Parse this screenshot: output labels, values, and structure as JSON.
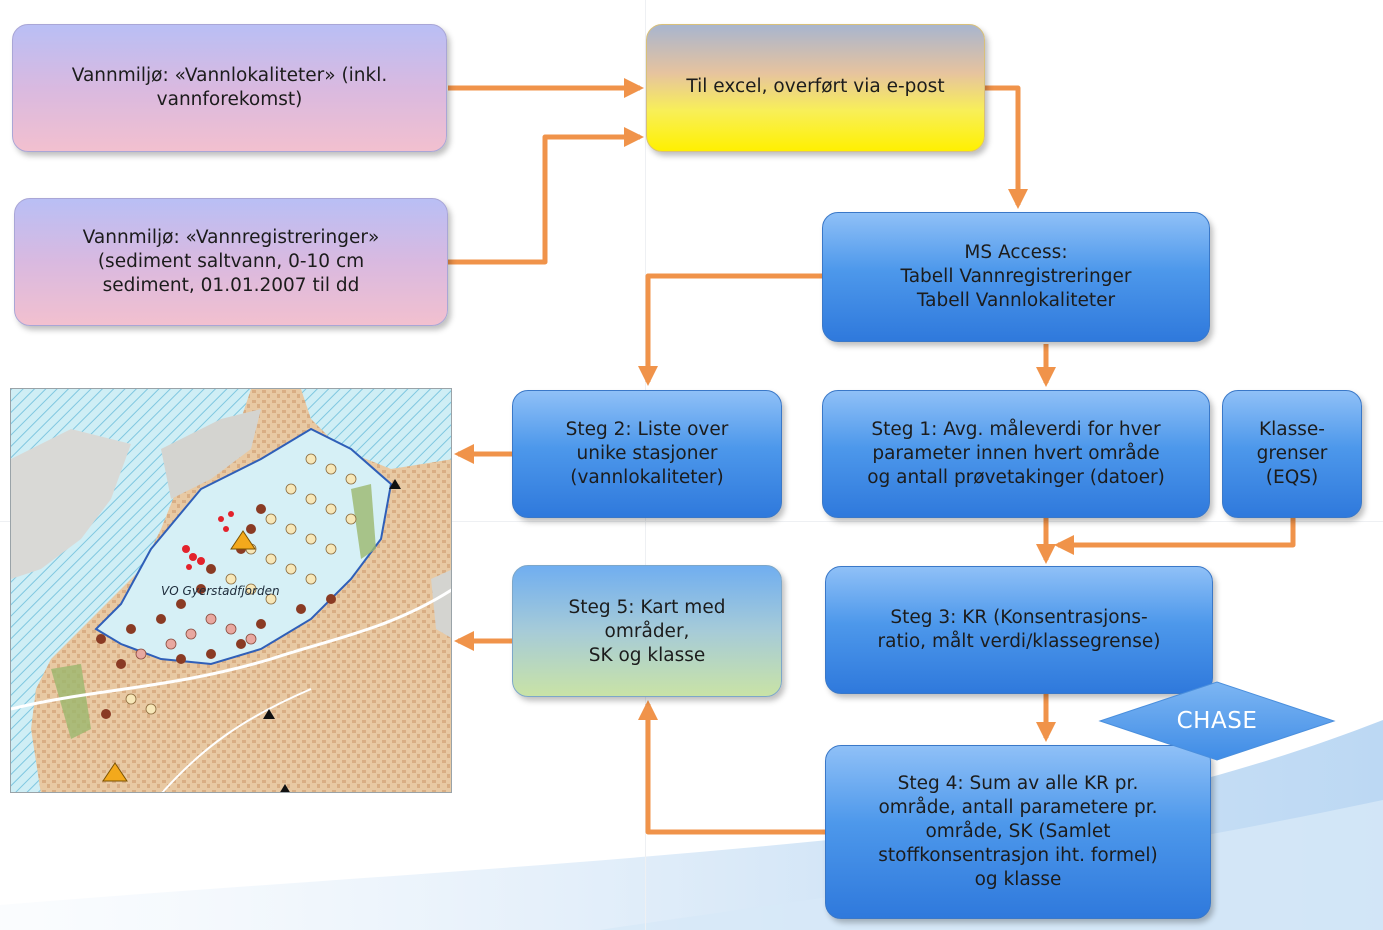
{
  "nodes": {
    "vannlokaliteter": "Vannmiljø: «Vannlokaliteter» (inkl.\nvannforekomst)",
    "vannregistreringer": "Vannmiljø: «Vannregistreringer»\n(sediment saltvann, 0-10 cm\nsediment, 01.01.2007 til dd",
    "excel": "Til excel, overført via e-post",
    "ms_access": "MS Access:\nTabell Vannregistreringer\nTabell Vannlokaliteter",
    "steg1": "Steg 1: Avg. måleverdi for hver\nparameter innen hvert område\nog antall prøvetakinger (datoer)",
    "klassegrenser": "Klasse-\ngrenser\n(EQS)",
    "steg2": "Steg 2: Liste over\nunike stasjoner\n(vannlokaliteter)",
    "steg3": "Steg 3: KR (Konsentrasjons-\nratio, målt verdi/klassegrense)",
    "steg4": "Steg 4: Sum av alle KR pr.\nområde, antall parametere pr.\nområde, SK (Samlet\nstoffkonsentrasjon iht. formel)\nog klasse",
    "steg5": "Steg 5: Kart med\nområder,\nSK og klasse",
    "chase": "CHASE"
  },
  "map": {
    "label": "VO Gyerstadfjorden"
  },
  "colors": {
    "arrow": "#f0934a",
    "blue_box": "#3d88e6",
    "chase": "#5aa0ef"
  }
}
